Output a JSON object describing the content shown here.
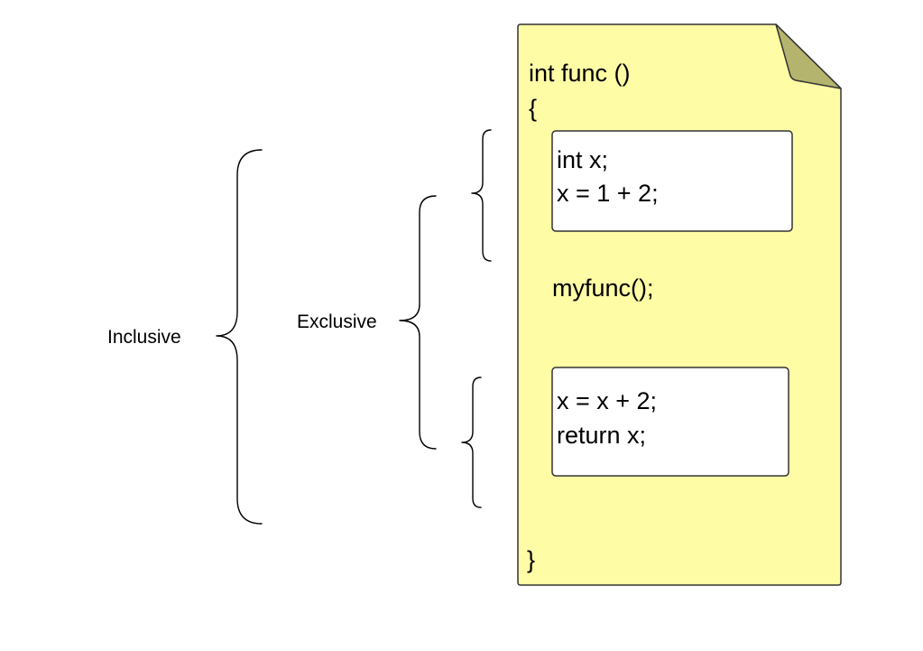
{
  "colors": {
    "document_fill": "#fffca6",
    "document_stroke": "#333333",
    "corner_fold_fill": "#b4b46e",
    "box_fill": "#ffffff"
  },
  "document": {
    "header_line": "int func ()",
    "open_brace": "{",
    "close_brace": "}"
  },
  "code_block_1": {
    "lines": [
      "int x;",
      "x = 1 + 2;"
    ]
  },
  "call_line": "myfunc();",
  "code_block_2": {
    "lines": [
      "x = x + 2;",
      "return x;"
    ]
  },
  "labels": {
    "inclusive": "Inclusive",
    "exclusive": "Exclusive"
  }
}
